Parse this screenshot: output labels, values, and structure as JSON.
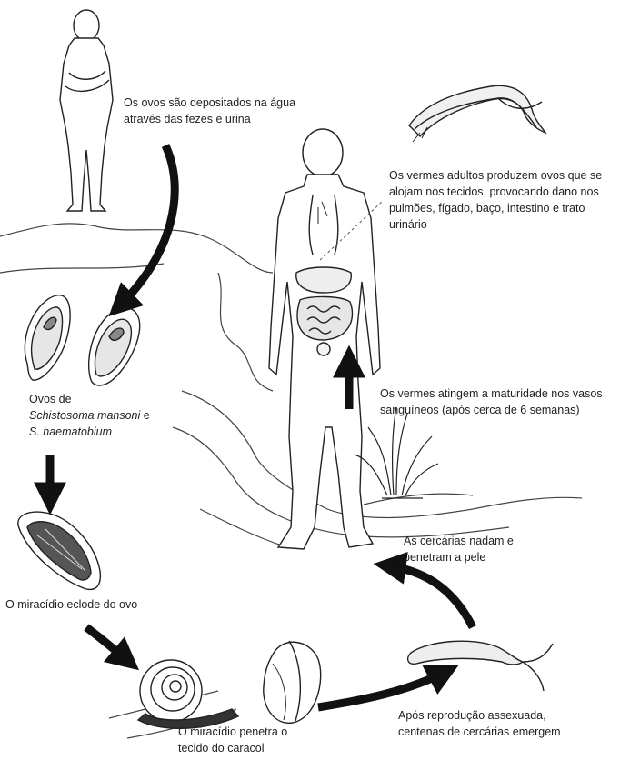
{
  "diagram": {
    "labels": {
      "eggs_deposited": [
        "Os ovos são depositados na água",
        "através das fezes e urina"
      ],
      "adult_worms": [
        "Os vermes adultos produzem ovos que se",
        "alojam nos tecidos, provocando dano nos",
        "pulmões, fígado, baço, intestino e trato",
        "urinário"
      ],
      "eggs_species": {
        "prefix": "Ovos de",
        "species_1": "Schistosoma mansoni",
        "joiner": " e",
        "species_2": "S.  haematobium"
      },
      "maturity": [
        "Os vermes atingem a maturidade nos vasos",
        "sanguíneos (após cerca de 6 semanas)"
      ],
      "cercariae_penetrate": [
        "As cercárias nadam e",
        "penetram a pele"
      ],
      "miracidium_hatch": "O miracídio eclode do ovo",
      "asexual_reproduction": [
        "Após reprodução assexuada,",
        "centenas de cercárias emergem"
      ],
      "miracidium_snail": [
        "O miracídio penetra o",
        "tecido do caracol"
      ]
    },
    "stages": [
      "human-host-small",
      "adult-worms",
      "schistosome-eggs",
      "miracidium-in-egg",
      "snail",
      "snail-shell-fragment",
      "cercaria",
      "human-host-large"
    ],
    "arrow_color": "#111111",
    "line_color": "#2a2a2a"
  }
}
